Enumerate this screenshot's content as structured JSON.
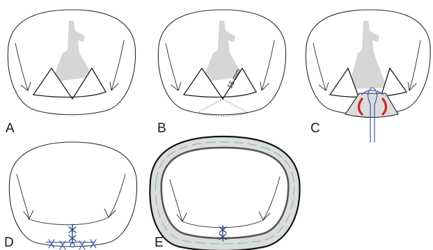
{
  "figure": {
    "panels": [
      {
        "id": "A",
        "label": "A"
      },
      {
        "id": "B",
        "label": "B",
        "measurement": "15 mm"
      },
      {
        "id": "C",
        "label": "C"
      },
      {
        "id": "D",
        "label": "D"
      },
      {
        "id": "E",
        "label": "E"
      }
    ],
    "colors": {
      "outline": "#2a2a2a",
      "leaflet_flap": "#d6d6d6",
      "suture": "#3b5aa8",
      "excision_edge": "#d22222",
      "ring_fill": "#d9d9d9",
      "ring_stitch": "#6fbf9a"
    }
  }
}
